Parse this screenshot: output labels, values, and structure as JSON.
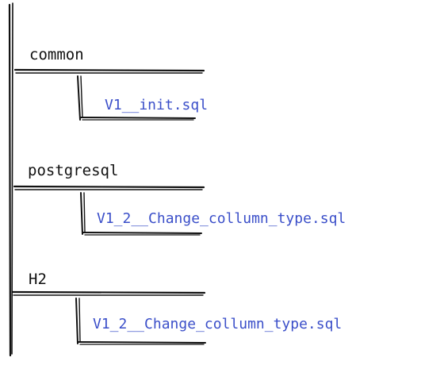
{
  "diagram": {
    "colors": {
      "ink": "#111111",
      "file_text": "#3b4fc9",
      "background": "#ffffff"
    },
    "folders": [
      {
        "label": "common",
        "files": [
          "V1__init.sql"
        ]
      },
      {
        "label": "postgresql",
        "files": [
          "V1_2__Change_collumn_type.sql"
        ]
      },
      {
        "label": "H2",
        "files": [
          "V1_2__Change_collumn_type.sql"
        ]
      }
    ]
  }
}
